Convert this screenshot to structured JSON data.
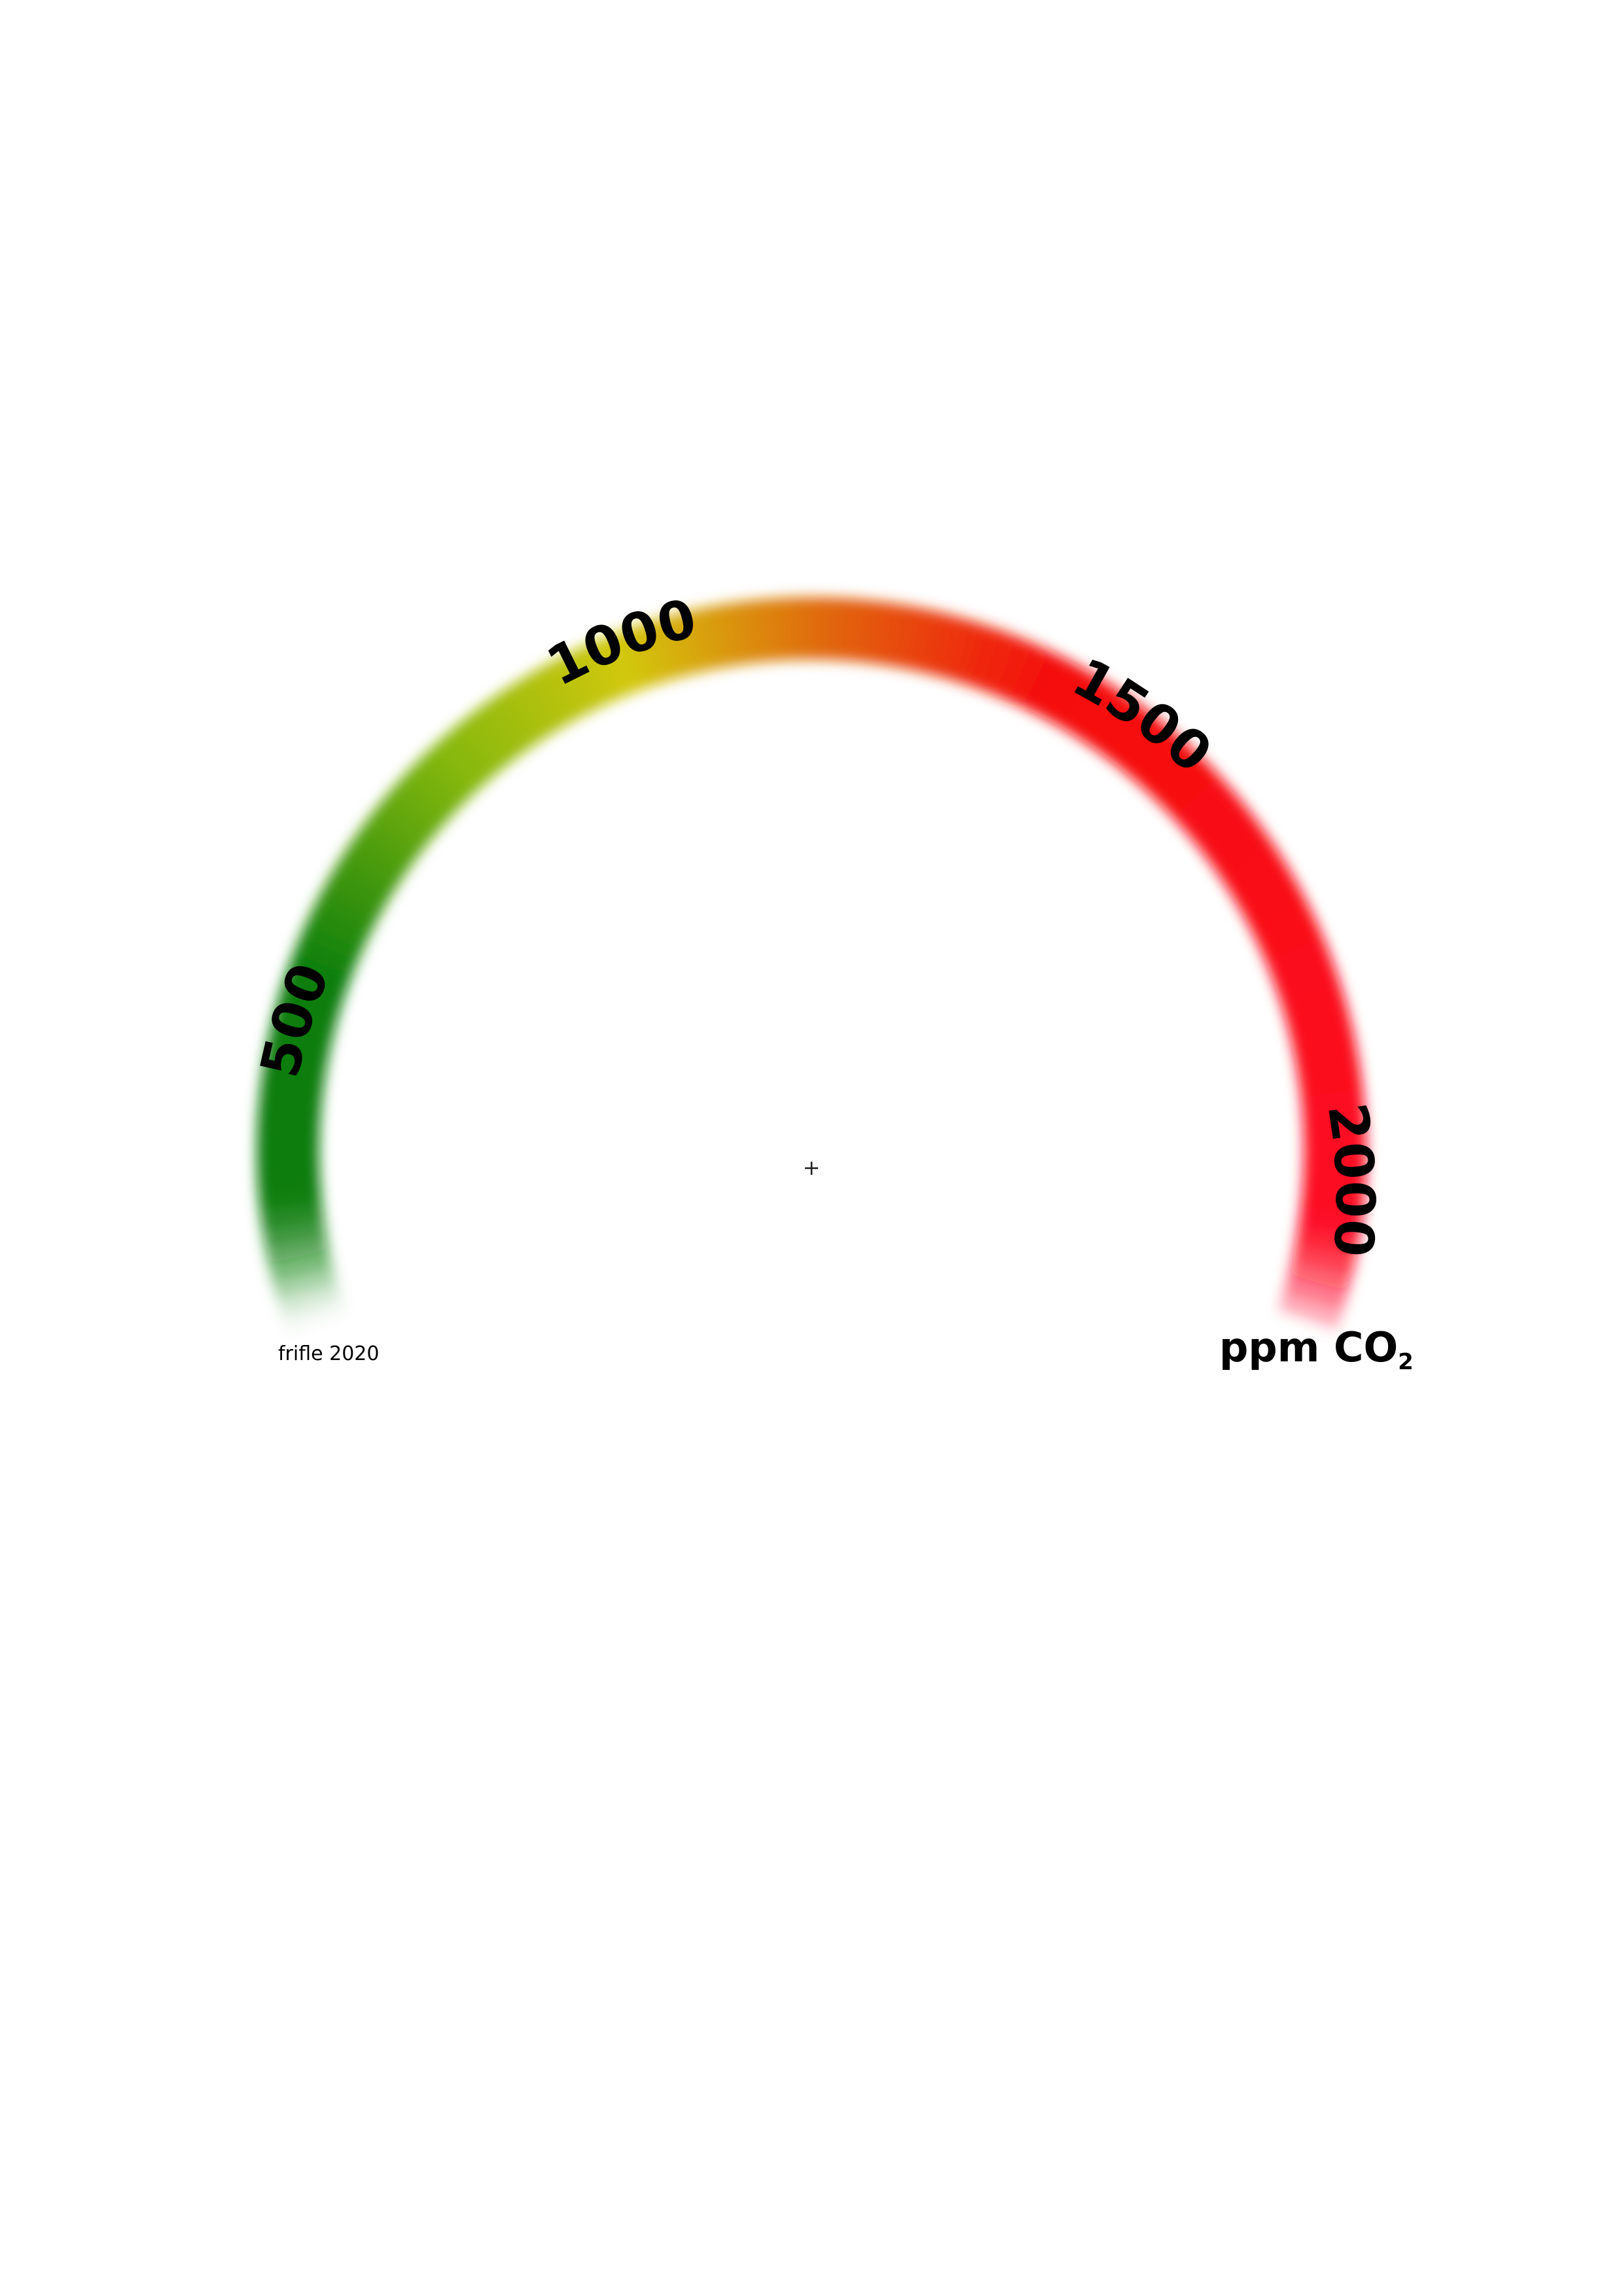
{
  "gauge": {
    "ticks": [
      {
        "value": "500"
      },
      {
        "value": "1000"
      },
      {
        "value": "1500"
      },
      {
        "value": "2000"
      }
    ],
    "unit": {
      "main": "ppm CO",
      "subscript": "2"
    },
    "credit": "frifle 2020",
    "center_marker": "+",
    "colors": {
      "green": "#0a7d0a",
      "yellow_green": "#86b80a",
      "yellow": "#d2c80a",
      "orange": "#e06a0a",
      "red": "#f50a0a",
      "crimson": "#ff0a2a"
    }
  }
}
